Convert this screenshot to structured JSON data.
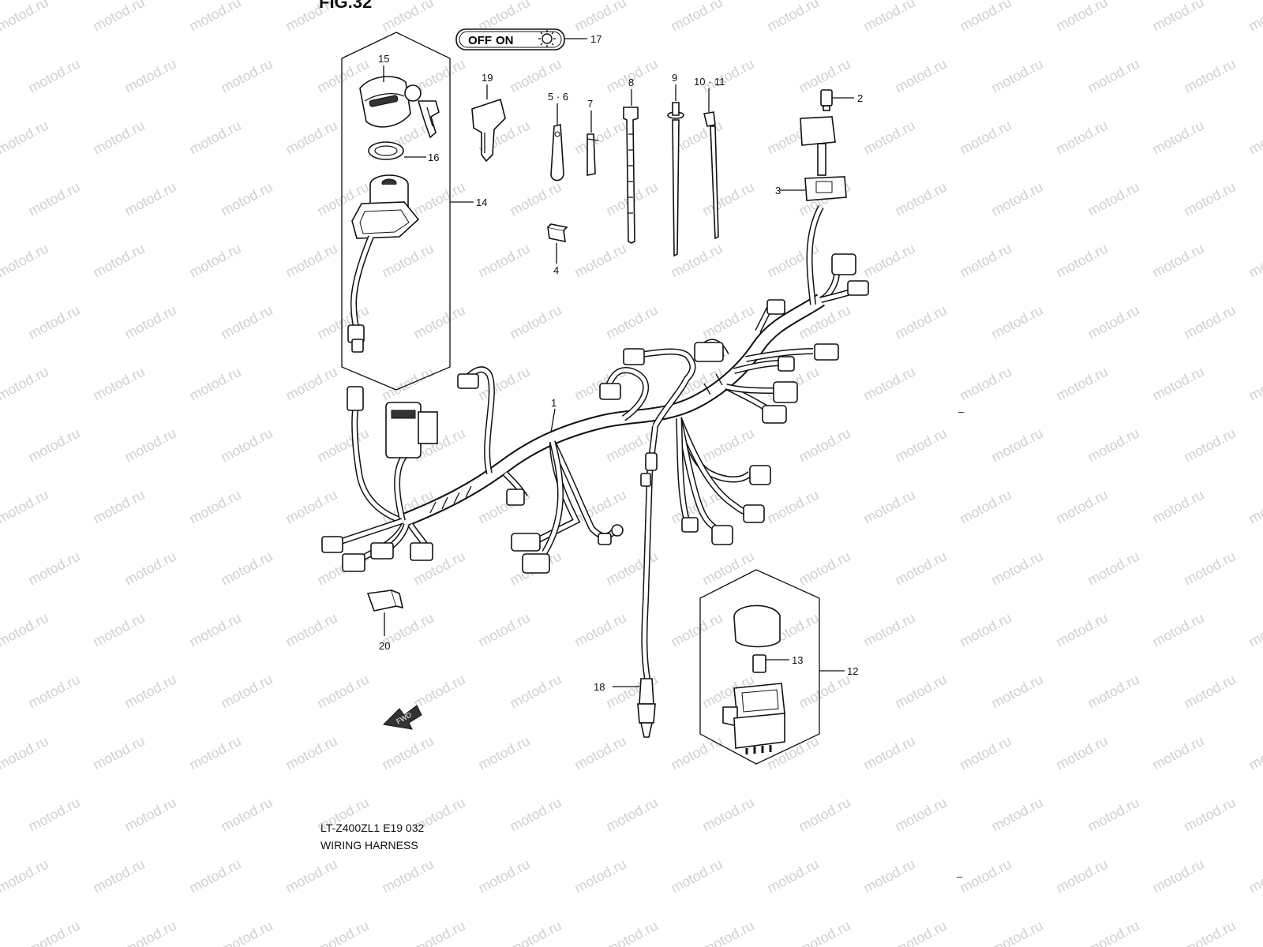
{
  "header": {
    "figure_label": "FIG.32"
  },
  "watermark": {
    "text": "motod.ru",
    "color": "#d0d0d0"
  },
  "switch_plate": {
    "off": "OFF",
    "on": "ON",
    "icon": "light-bulb-icon"
  },
  "callouts": {
    "p1": "1",
    "p2": "2",
    "p3": "3",
    "p4": "4",
    "p56": "5 · 6",
    "p7": "7",
    "p8": "8",
    "p9": "9",
    "p1011": "10 · 11",
    "p12": "12",
    "p13": "13",
    "p14": "14",
    "p15": "15",
    "p16": "16",
    "p17": "17",
    "p18": "18",
    "p19": "19",
    "p20": "20"
  },
  "fwd_badge": {
    "text": "FWD",
    "icon": "forward-arrow-icon"
  },
  "caption": {
    "model": "LT-Z400ZL1  E19  032",
    "title": "WIRING HARNESS"
  },
  "stray": {
    "d1": "–",
    "d2": "–"
  }
}
